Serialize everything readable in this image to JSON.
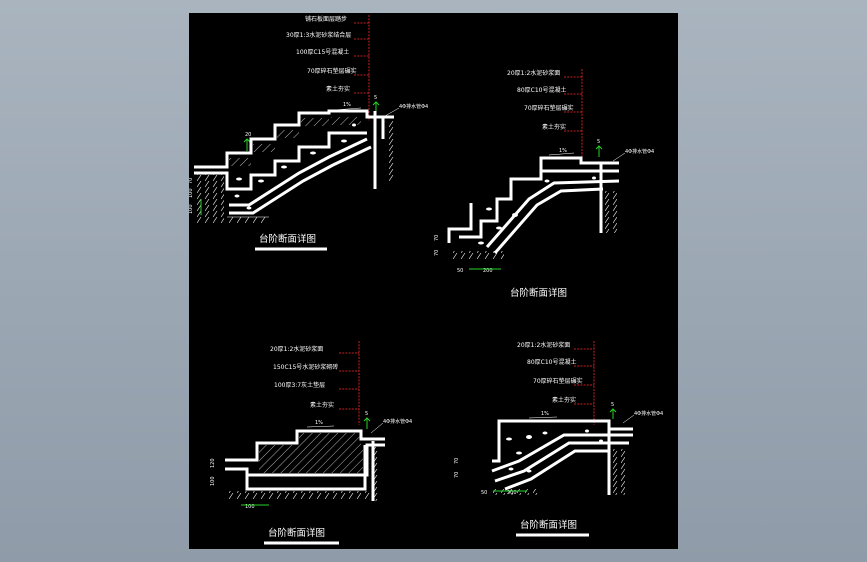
{
  "drawing": {
    "background": "#000000",
    "line_color": "#ffffff",
    "leader_color": "#ff2a2a",
    "marker_color": "#27d427",
    "details": [
      {
        "title": "台阶断面详图",
        "layers": [
          "铺石板面层踏步",
          "30厚1:3水泥砂浆结合层",
          "100厚C15号混凝土",
          "70厚碎石垫层碾实",
          "素土夯实"
        ],
        "slope": "1%",
        "pipe_note": "4Φ排水管Φ4",
        "marker": "5",
        "step_mark": "20",
        "dims": [
          "70",
          "100",
          "100"
        ]
      },
      {
        "title": "台阶断面详图",
        "layers": [
          "20厚1:2水泥砂浆面",
          "80厚C10号混凝土",
          "70厚碎石垫层碾实",
          "素土夯实"
        ],
        "slope": "1%",
        "pipe_note": "4Φ排水管Φ4",
        "marker": "5",
        "dims": [
          "70",
          "70",
          "50",
          "200"
        ]
      },
      {
        "title": "台阶断面详图",
        "layers": [
          "20厚1:2水泥砂浆面",
          "150C15号水泥砂浆砌砖",
          "100厚3:7灰土垫层",
          "素土夯实"
        ],
        "slope": "1%",
        "pipe_note": "4Φ排水管Φ4",
        "marker": "5",
        "dims": [
          "120",
          "100",
          "100"
        ]
      },
      {
        "title": "台阶断面详图",
        "layers": [
          "20厚1:2水泥砂浆面",
          "80厚C10号混凝土",
          "70厚碎石垫层碾实",
          "素土夯实"
        ],
        "slope": "1%",
        "pipe_note": "4Φ排水管Φ4",
        "marker": "5",
        "dims": [
          "70",
          "70",
          "50",
          "200"
        ]
      }
    ]
  }
}
